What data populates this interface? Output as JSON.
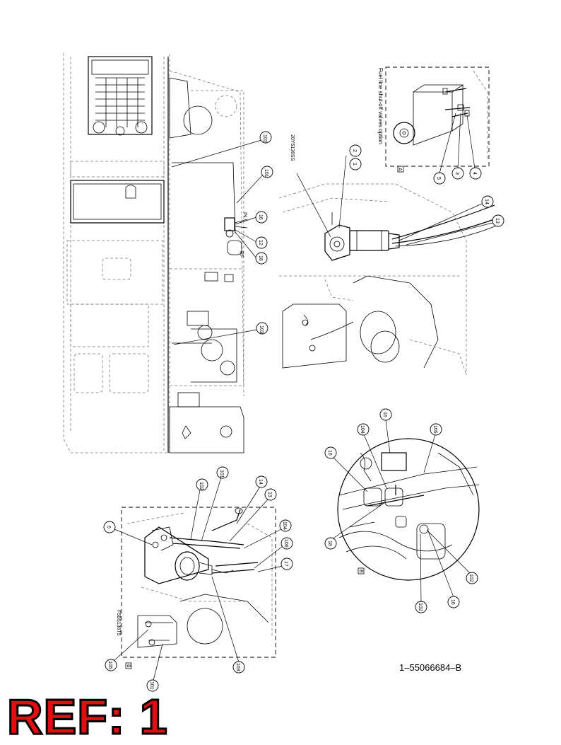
{
  "drawing_number": "1–55066684–B",
  "ref_label": "REF: 1",
  "note_fuel": "Fuel line shut-off valves option",
  "detail_a": "A",
  "detail_b": "B",
  "part_codes": {
    "top": "20Y5136SS",
    "bottom": "F5B5136T5"
  },
  "callouts": {
    "main": [
      "102",
      "101",
      "16",
      "12",
      "18",
      "103"
    ],
    "detail_top": [
      "1",
      "2",
      "14",
      "13"
    ],
    "detail_a": [
      "5",
      "3",
      "4"
    ],
    "detail_round": [
      "16",
      "104",
      "105",
      "16",
      "18",
      "102",
      "102",
      "16"
    ],
    "detail_bottom": [
      "101",
      "102",
      "14",
      "13",
      "104",
      "106",
      "17",
      "6",
      "105",
      "101",
      "103"
    ]
  },
  "colors": {
    "ref_fill": "#e01010",
    "ref_outline": "#000000"
  }
}
